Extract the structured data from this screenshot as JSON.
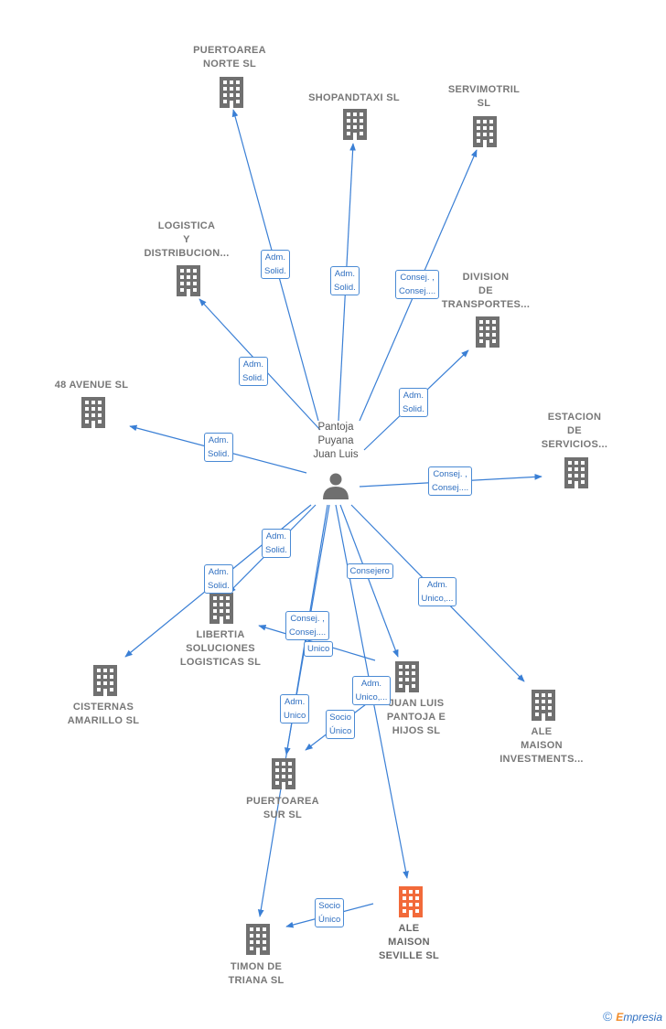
{
  "colors": {
    "edge": "#3a7fd5",
    "building": "#707070",
    "main_building": "#f26a3a",
    "person": "#6f6f6f"
  },
  "center": {
    "label": "Pantoja\nPuyana\nJuan Luis"
  },
  "nodes": [
    {
      "id": "puertoarea-norte",
      "label": "PUERTOAREA\nNORTE  SL"
    },
    {
      "id": "shopandtaxi",
      "label": "SHOPANDTAXI SL"
    },
    {
      "id": "servimotril",
      "label": "SERVIMOTRIL\nSL"
    },
    {
      "id": "logistica",
      "label": "LOGISTICA\nY\nDISTRIBUCION..."
    },
    {
      "id": "division",
      "label": "DIVISION\nDE\nTRANSPORTES..."
    },
    {
      "id": "48-avenue",
      "label": "48 AVENUE  SL"
    },
    {
      "id": "estacion",
      "label": "ESTACION\nDE\nSERVICIOS..."
    },
    {
      "id": "libertia",
      "label": "LIBERTIA\nSOLUCIONES\nLOGISTICAS SL"
    },
    {
      "id": "cisternas",
      "label": "CISTERNAS\nAMARILLO  SL"
    },
    {
      "id": "juan-luis-pantoja",
      "label": "JUAN LUIS\nPANTOJA E\nHIJOS SL"
    },
    {
      "id": "ale-maison-inv",
      "label": "ALE\nMAISON\nINVESTMENTS..."
    },
    {
      "id": "puertoarea-sur",
      "label": "PUERTOAREA\nSUR  SL"
    },
    {
      "id": "ale-maison-seville",
      "label": "ALE\nMAISON\nSEVILLE  SL",
      "main": true
    },
    {
      "id": "timon",
      "label": "TIMON DE\nTRIANA  SL"
    }
  ],
  "relations": [
    {
      "id": "r-puertoarea-norte",
      "label": "Adm.\nSolid."
    },
    {
      "id": "r-shopandtaxi",
      "label": "Adm.\nSolid."
    },
    {
      "id": "r-servimotril",
      "label": "Consej. ,\nConsej...."
    },
    {
      "id": "r-logistica",
      "label": "Adm.\nSolid."
    },
    {
      "id": "r-division",
      "label": "Adm.\nSolid."
    },
    {
      "id": "r-48-avenue",
      "label": "Adm.\nSolid."
    },
    {
      "id": "r-estacion",
      "label": "Consej. ,\nConsej...."
    },
    {
      "id": "r-libertia-a",
      "label": "Adm.\nSolid."
    },
    {
      "id": "r-cisternas",
      "label": "Adm.\nSolid."
    },
    {
      "id": "r-juan-luis",
      "label": "Consejero"
    },
    {
      "id": "r-ale-inv",
      "label": "Adm.\nUnico,..."
    },
    {
      "id": "r-libertia-b",
      "label": "Consej. ,\nConsej...."
    },
    {
      "id": "r-libertia-c",
      "label": "Unico"
    },
    {
      "id": "r-puertoarea-sur",
      "label": "Adm.\nUnico"
    },
    {
      "id": "r-seville",
      "label": "Adm.\nUnico,..."
    },
    {
      "id": "r-socio-sur",
      "label": "Socio\nÚnico"
    },
    {
      "id": "r-socio-timon",
      "label": "Socio\nÚnico"
    }
  ],
  "copyright": {
    "symbol": "©",
    "brand_first": "E",
    "brand_rest": "mpresia"
  }
}
